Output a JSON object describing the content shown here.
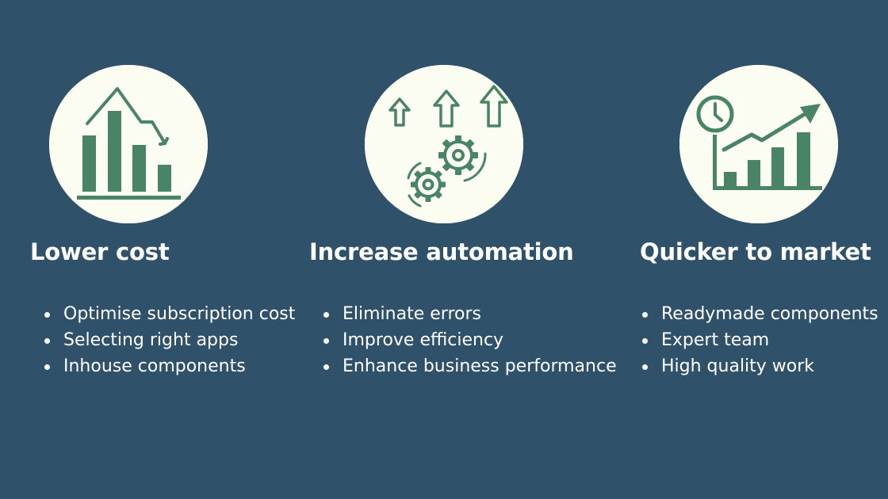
{
  "theme": {
    "background": "#30516a",
    "circle": "#fbfdf0",
    "accent": "#4a8466",
    "text": "#ffffff"
  },
  "cards": [
    {
      "icon": "falling-bar-chart-icon",
      "title": "Lower cost",
      "bullets": [
        "Optimise subscription cost",
        "Selecting right apps",
        "Inhouse components"
      ]
    },
    {
      "icon": "gears-up-arrows-icon",
      "title": "Increase automation",
      "bullets": [
        "Eliminate errors",
        "Improve efficiency",
        "Enhance business performance"
      ]
    },
    {
      "icon": "clock-rising-chart-icon",
      "title": "Quicker to market",
      "bullets": [
        "Readymade components",
        "Expert team",
        "High quality work"
      ]
    }
  ]
}
